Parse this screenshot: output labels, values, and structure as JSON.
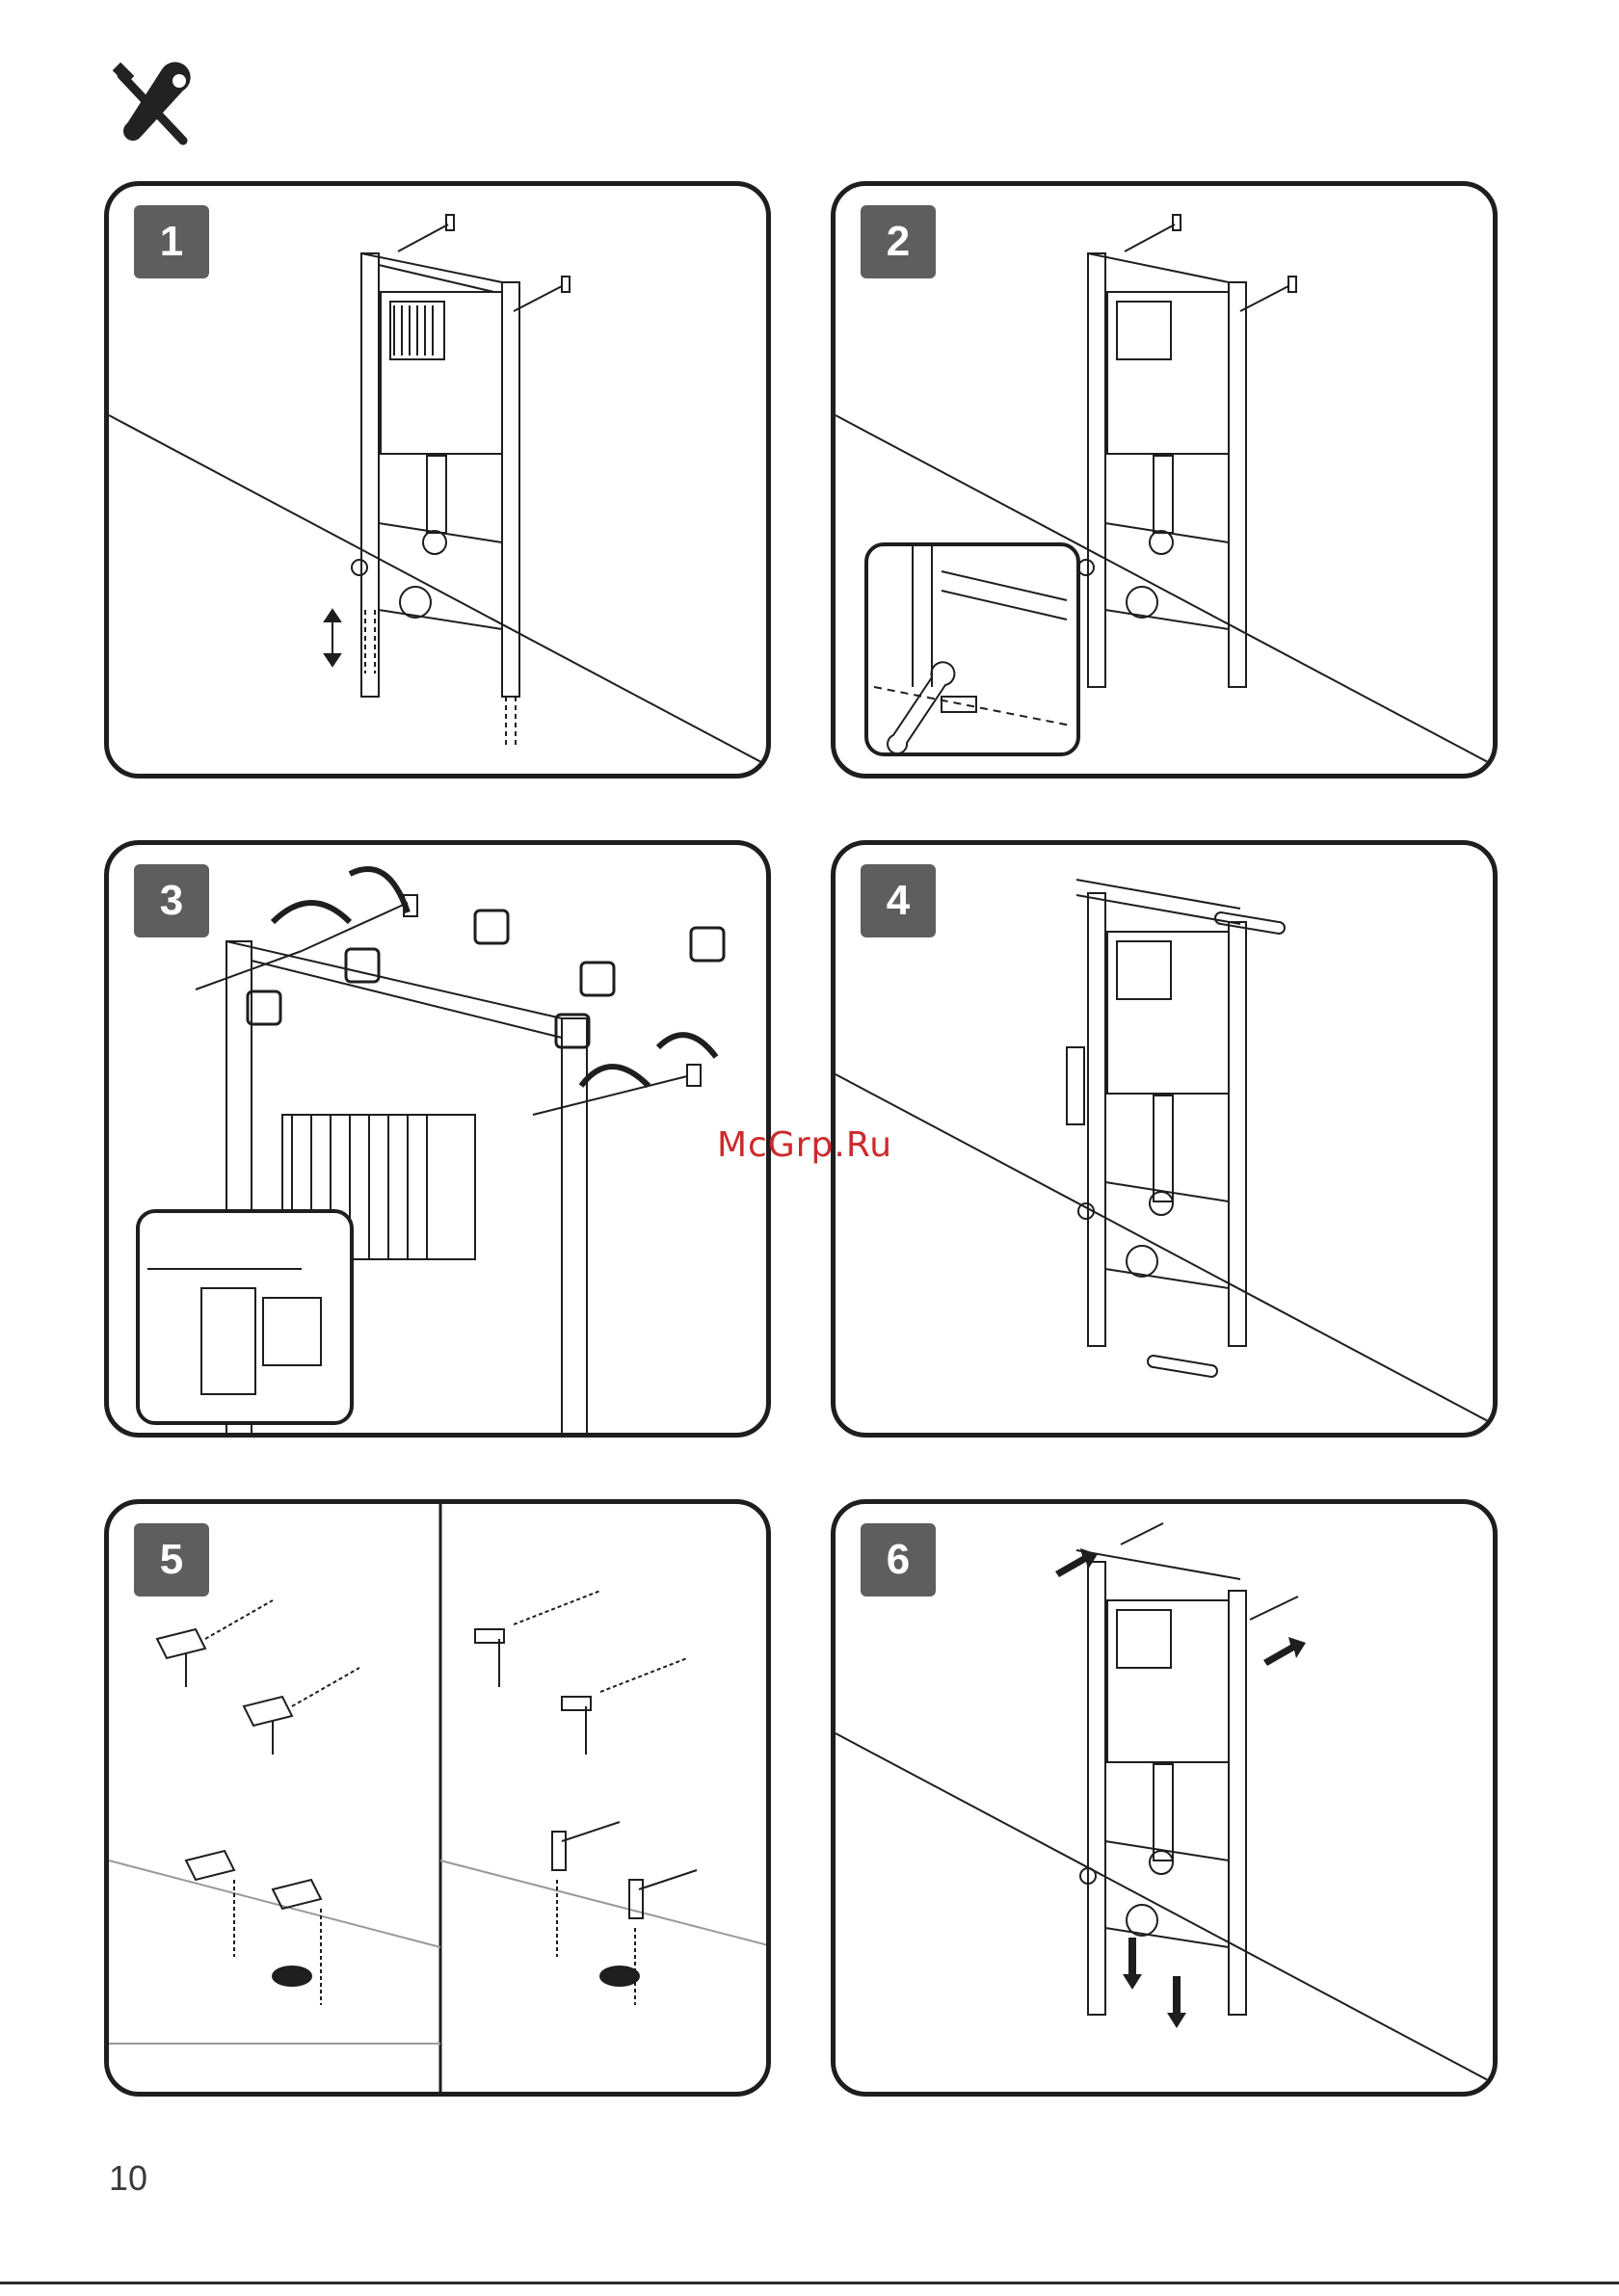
{
  "header": {
    "icon": "tools-icon"
  },
  "steps": [
    {
      "number": "1"
    },
    {
      "number": "2"
    },
    {
      "number": "3"
    },
    {
      "number": "4"
    },
    {
      "number": "5"
    },
    {
      "number": "6"
    }
  ],
  "watermark": "McGrp.Ru",
  "footer": {
    "page_number": "10"
  },
  "colors": {
    "line": "#1e1e1e",
    "badge": "#5e5e5e",
    "watermark": "#cc2a2a"
  }
}
